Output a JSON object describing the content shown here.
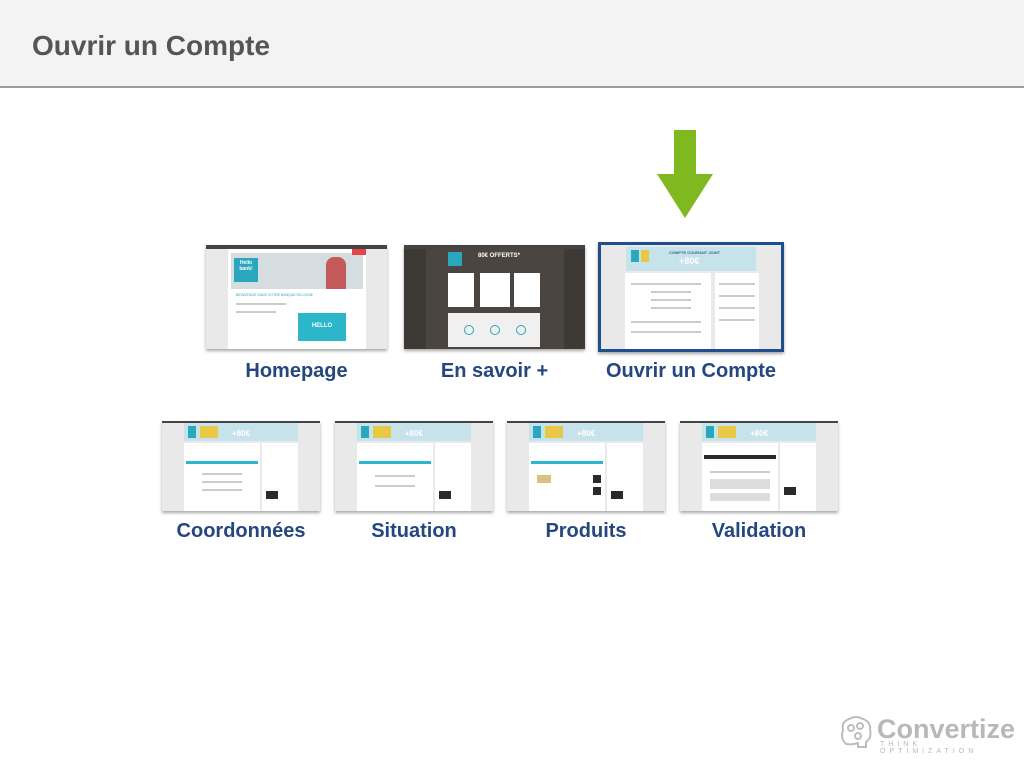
{
  "header": {
    "title": "Ouvrir un Compte"
  },
  "steps_top": [
    {
      "label": "Homepage",
      "selected": false
    },
    {
      "label": "En savoir +",
      "selected": false
    },
    {
      "label": "Ouvrir un Compte",
      "selected": true
    }
  ],
  "steps_bottom": [
    {
      "label": "Coordonnées"
    },
    {
      "label": "Situation"
    },
    {
      "label": "Produits"
    },
    {
      "label": "Validation"
    }
  ],
  "thumbnail_text": {
    "homepage_logo": "Hello bank!",
    "homepage_welcome": "BIENVENUE DANS VOTRE BANQUE EN LIGNE",
    "homepage_video": "HELLO",
    "savoir_offer": "80€ OFFERTS*",
    "compte_title": "COMPTE COURANT JOINT",
    "compte_amount": "+80€",
    "bottom_amount": "+80€"
  },
  "colors": {
    "arrow": "#7fb81f",
    "label": "#24477f",
    "selected_border": "#1f4e8c"
  },
  "brand": {
    "name": "Convertize",
    "tagline": "THINK OPTIMIZATION",
    "icon": "brain-icon"
  }
}
